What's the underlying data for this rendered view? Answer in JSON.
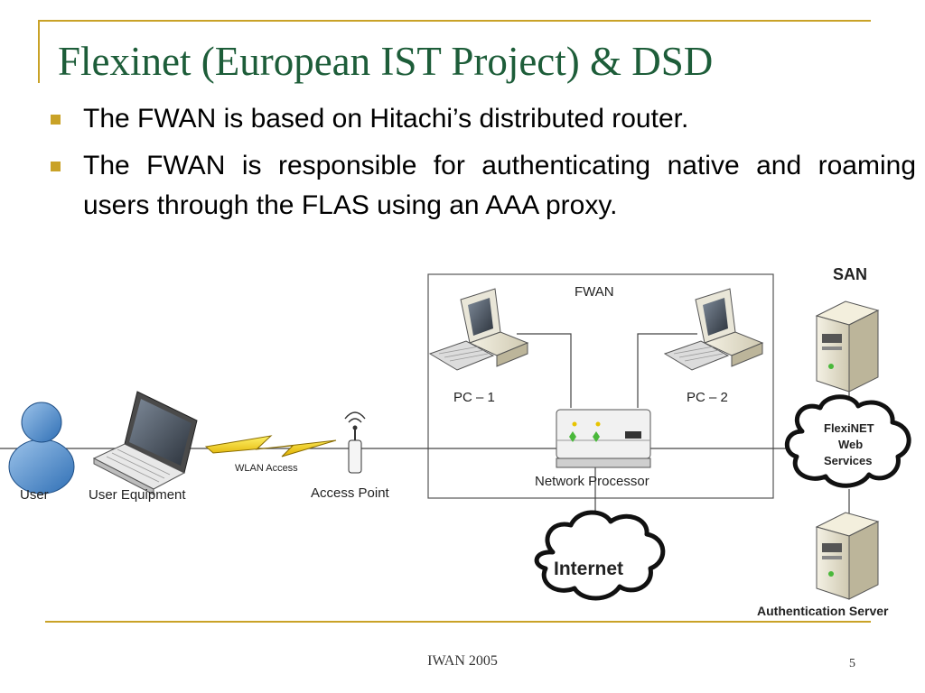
{
  "slide": {
    "title": "Flexinet (European IST Project) & DSD",
    "bullets": [
      "The FWAN is based on Hitachi’s distributed router.",
      "The FWAN is responsible for authenticating native and roaming users through the FLAS using an AAA proxy."
    ]
  },
  "diagram": {
    "nodes": {
      "user": "User",
      "user_equipment": "User Equipment",
      "wlan_access": "WLAN Access",
      "access_point": "Access Point",
      "fwan": "FWAN",
      "pc1": "PC – 1",
      "pc2": "PC – 2",
      "network_processor": "Network Processor",
      "internet": "Internet",
      "san": "SAN",
      "flexinet_ws": [
        "FlexiNET",
        "Web",
        "Services"
      ],
      "auth_server": "Authentication Server"
    }
  },
  "footer": {
    "center": "IWAN 2005",
    "page_number": "5"
  },
  "colors": {
    "title": "#1d5d39",
    "accent": "#c9a227"
  }
}
